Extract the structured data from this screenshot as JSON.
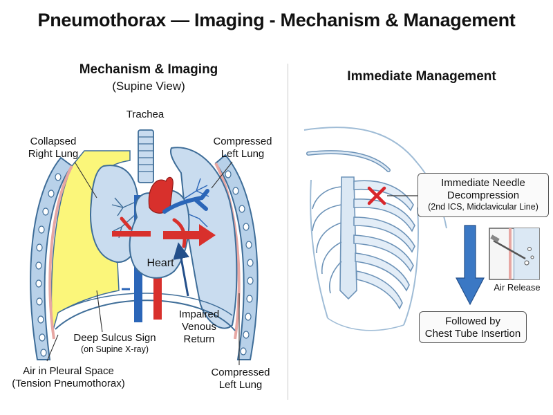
{
  "title": "Pneumothorax — Imaging - Mechanism & Management",
  "left_panel": {
    "heading": "Mechanism & Imaging",
    "subheading": "(Supine View)",
    "labels": {
      "trachea": "Trachea",
      "collapsed_right_lung_1": "Collapsed",
      "collapsed_right_lung_2": "Right Lung",
      "compressed_left_lung_top_1": "Compressed",
      "compressed_left_lung_top_2": "Left Lung",
      "heart": "Heart",
      "impaired_1": "Impaired",
      "impaired_2": "Venous",
      "impaired_3": "Return",
      "deep_sulcus_1": "Deep Sulcus Sign",
      "deep_sulcus_2": "(on Supine X-ray)",
      "air_pleural_1": "Air in Pleural Space",
      "air_pleural_2": "(Tension Pneumothorax)",
      "compressed_left_lung_bottom_1": "Compressed",
      "compressed_left_lung_bottom_2": "Left Lung"
    }
  },
  "right_panel": {
    "heading": "Immediate Management",
    "needle_box": {
      "line1": "Immediate Needle",
      "line2": "Decompression",
      "line3": "(2nd ICS, Midclavicular Line)"
    },
    "air_release": "Air Release",
    "chest_tube_box": {
      "line1": "Followed by",
      "line2": "Chest Tube Insertion"
    }
  },
  "colors": {
    "lung_fill": "#c9dcef",
    "lung_stroke": "#3e6d98",
    "air_space": "#fbf67a",
    "artery": "#d8302c",
    "vein": "#2b66b8",
    "mark": "#d9262b",
    "arrow_blue": "#3b78c4"
  }
}
